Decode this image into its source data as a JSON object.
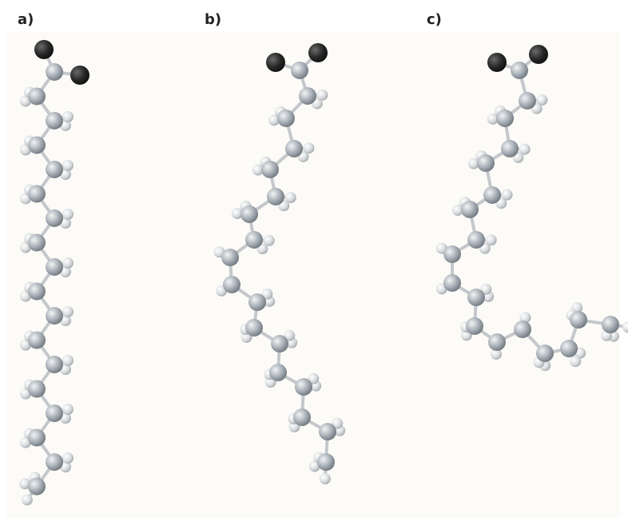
{
  "panels": [
    {
      "label": "a)"
    },
    {
      "label": "b)"
    },
    {
      "label": "c)"
    }
  ],
  "colors": {
    "background": "#ffffff",
    "panel_background": "#fcfbf7",
    "oxygen": "#2b2b2b",
    "carbon": "#9fa7ae",
    "hydrogen": "#d6d9dc",
    "bond": "#c8ccd0"
  }
}
